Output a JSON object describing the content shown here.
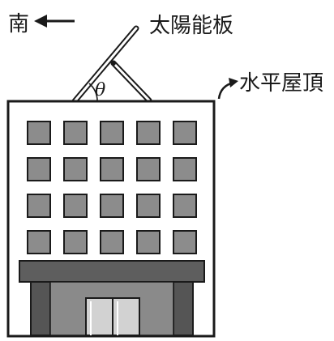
{
  "labels": {
    "south": "南",
    "solar_panel": "太陽能板",
    "horizontal_roof": "水平屋頂",
    "angle": "θ"
  },
  "building": {
    "window_rows": 4,
    "window_cols": 5
  },
  "colors": {
    "stroke": "#1a1a1a",
    "window_fill": "#8c8c8c",
    "canopy_fill": "#5e5e5e",
    "pillar_fill": "#555555",
    "entrance_fill": "#8a8a8a",
    "door_fill": "#d2d2d2",
    "building_fill": "#ffffff"
  },
  "icons": {
    "south_arrow": "left-arrow-icon",
    "roof_pointer": "curved-arrow-icon"
  }
}
